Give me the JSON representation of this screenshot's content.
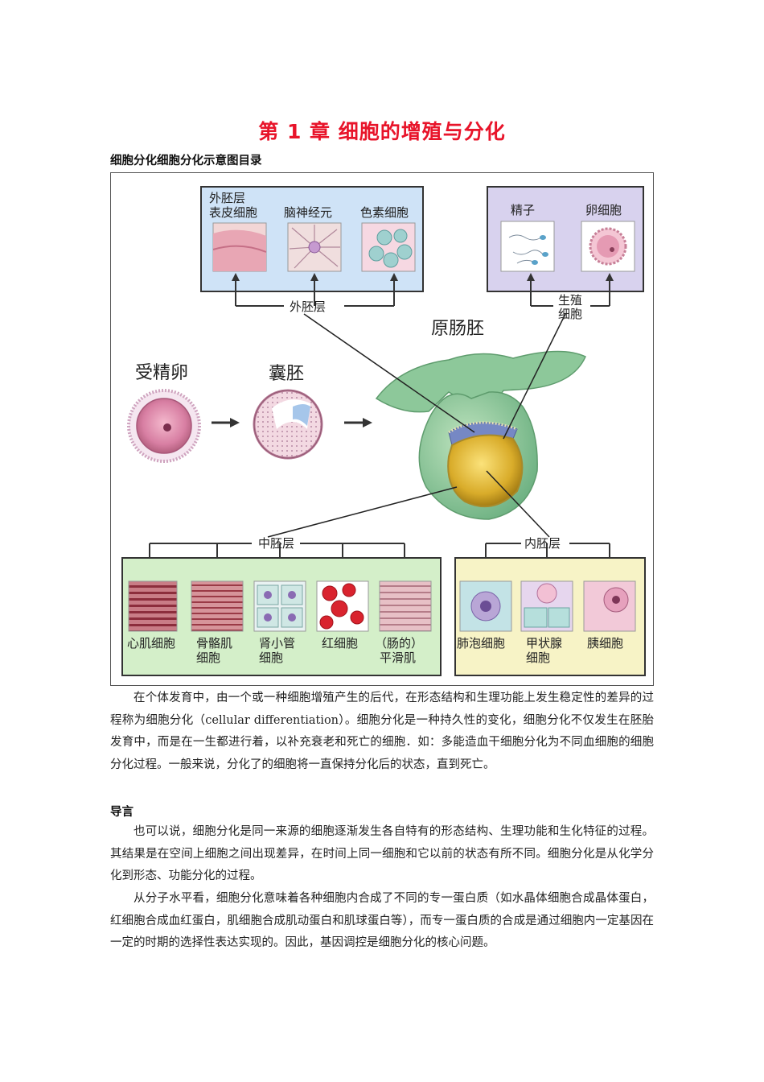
{
  "page": {
    "title": "第 1 章  细胞的增殖与分化",
    "subtitle": "细胞分化细胞分化示意图目录",
    "figure": {
      "top_box": {
        "label": "外胚层",
        "cells": [
          {
            "line1": "外胚层",
            "line2": "表皮细胞"
          },
          {
            "line1": "脑神经元"
          },
          {
            "line1": "色素细胞"
          }
        ]
      },
      "germ_box": {
        "label_line1": "生殖",
        "label_line2": "细胞",
        "cells": [
          {
            "line1": "精子"
          },
          {
            "line1": "卵细胞"
          }
        ]
      },
      "stages": {
        "fertilized_egg": "受精卵",
        "blastula": "囊胚",
        "gastrula": "原肠胚"
      },
      "mesoderm_box": {
        "label": "中胚层",
        "cells": [
          {
            "line1": "心肌细胞"
          },
          {
            "line1": "骨骼肌",
            "line2": "细胞"
          },
          {
            "line1": "肾小管",
            "line2": "细胞"
          },
          {
            "line1": "红细胞"
          },
          {
            "line1": "（肠的）",
            "line2": "平滑肌"
          }
        ]
      },
      "endoderm_box": {
        "label": "内胚层",
        "cells": [
          {
            "line1": "肺泡细胞"
          },
          {
            "line1": "甲状腺",
            "line2": "细胞"
          },
          {
            "line1": "胰细胞"
          }
        ]
      },
      "colors": {
        "ectoderm_box": "#cfe3f7",
        "germ_box": "#d8d2ee",
        "mesoderm_box": "#d4efc9",
        "endoderm_box": "#f7f3c6"
      }
    },
    "paragraph1": "在个体发育中，由一个或一种细胞增殖产生的后代，在形态结构和生理功能上发生稳定性的差异的过程称为细胞分化（cellular differentiation）。细胞分化是一种持久性的变化，细胞分化不仅发生在胚胎发育中，而是在一生都进行着，以补充衰老和死亡的细胞．如：多能造血干细胞分化为不同血细胞的细胞分化过程。一般来说，分化了的细胞将一直保持分化后的状态，直到死亡。",
    "heading": "导言",
    "paragraph2": "也可以说，细胞分化是同一来源的细胞逐渐发生各自特有的形态结构、生理功能和生化特征的过程。其结果是在空间上细胞之间出现差异，在时间上同一细胞和它以前的状态有所不同。细胞分化是从化学分化到形态、功能分化的过程。",
    "paragraph3": "从分子水平看，细胞分化意味着各种细胞内合成了不同的专一蛋白质（如水晶体细胞合成晶体蛋白，红细胞合成血红蛋白，肌细胞合成肌动蛋白和肌球蛋白等），而专一蛋白质的合成是通过细胞内一定基因在一定的时期的选择性表达实现的。因此，基因调控是细胞分化的核心问题。"
  }
}
